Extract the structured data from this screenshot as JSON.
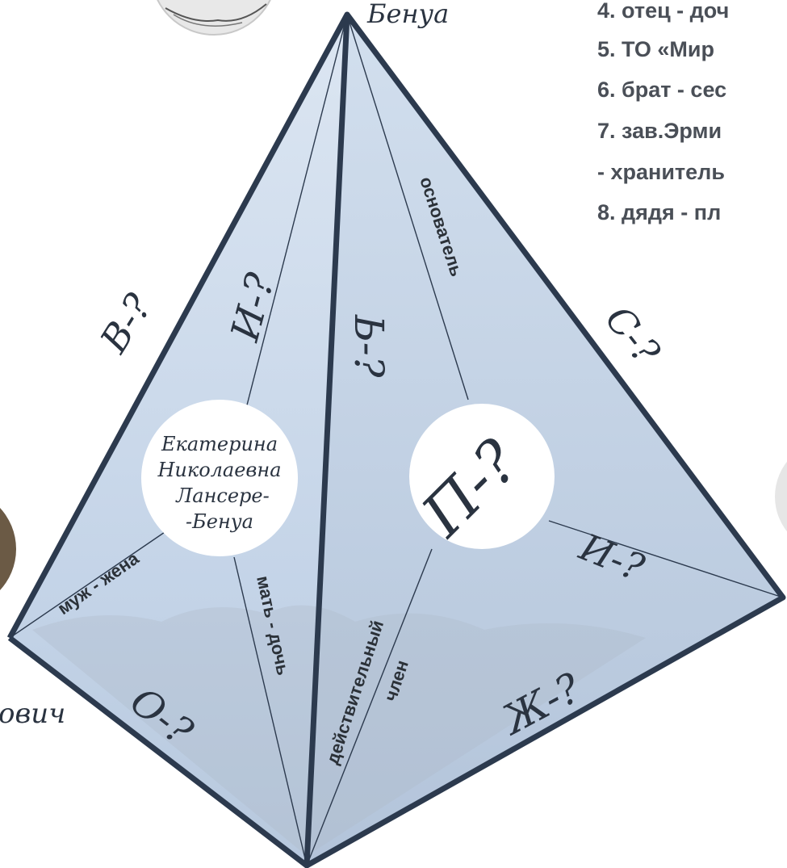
{
  "list": [
    "4. отец - доч",
    "5. ТО «Мир",
    "6. брат - сес",
    "7. зав.Эрми",
    "- хранитель",
    "8. дядя - пл"
  ],
  "vertex_labels": {
    "top": "Бенуа",
    "left": "ович"
  },
  "edge_labels": {
    "left_outer": "В-?",
    "right_outer": "С-?",
    "inner_top_left": "И-?",
    "center_spine": "Ь-?",
    "bottom_left": "О-?",
    "bottom_right": "Ж-?",
    "right_lower": "И-?"
  },
  "face_links": {
    "founder": "основатель",
    "husband_wife": "муж - жена",
    "mother_daughter": "мать - дочь",
    "member_line1": "действительный",
    "member_line2": "член"
  },
  "person_circle": {
    "line1": "Екатерина",
    "line2": "Николаевна",
    "line3": "Лансере-",
    "line4": "-Бенуа"
  },
  "center_circle": {
    "label": "П-?"
  },
  "colors": {
    "face_fill": "#c8d7ea",
    "edge_stroke": "#2c3a4e",
    "list_text": "#4a4f57"
  }
}
